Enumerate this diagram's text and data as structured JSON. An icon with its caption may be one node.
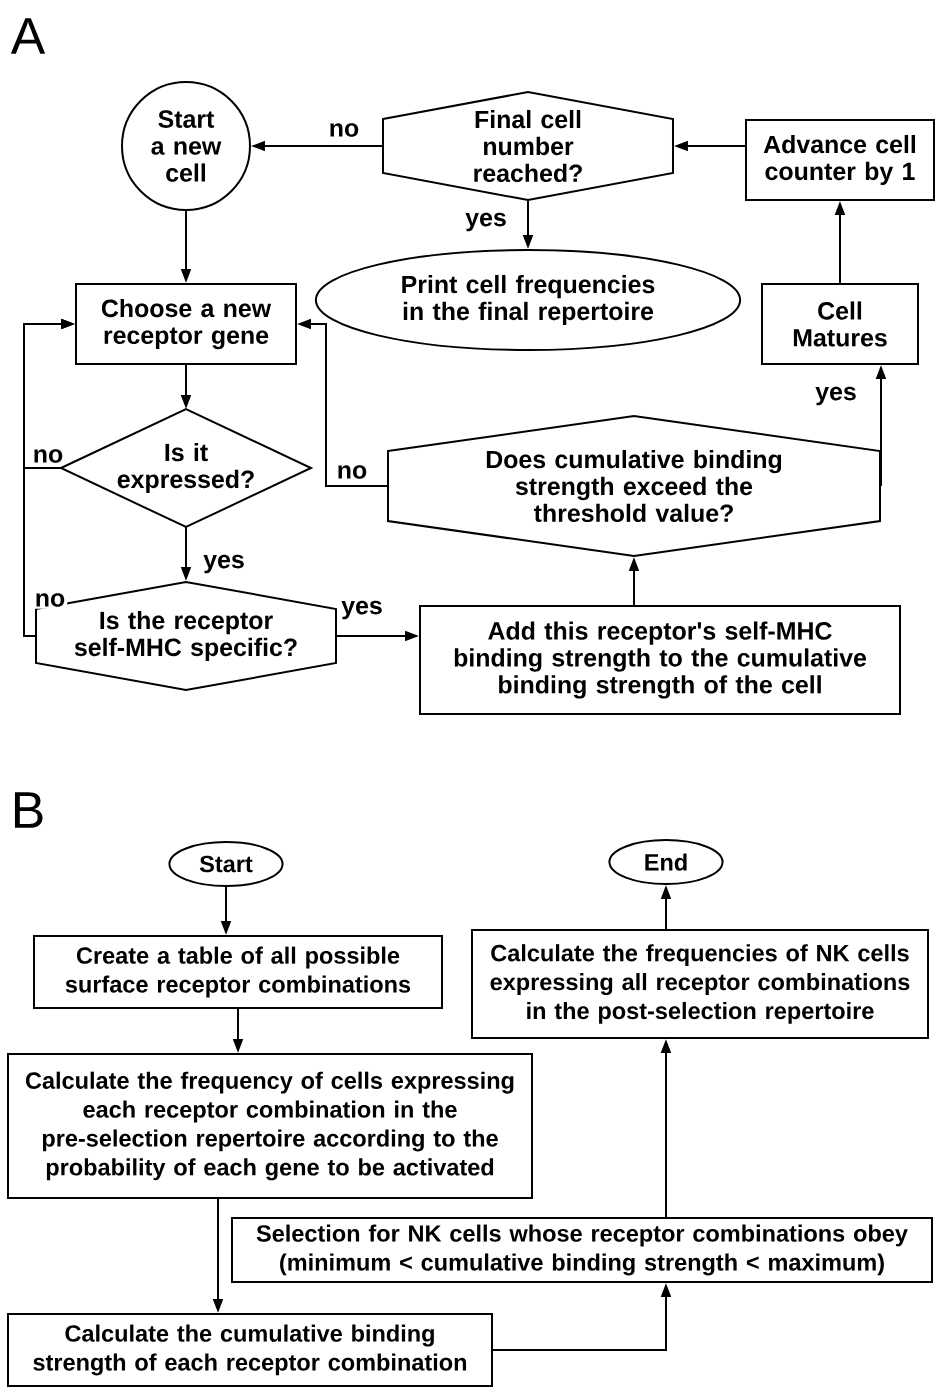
{
  "diagram": {
    "nodes": [
      {
        "text": [
          "Start a new cell"
        ]
      },
      {
        "text": [
          "Final cell number reached?"
        ]
      },
      {
        "text": [
          "Advance cell counter by 1"
        ]
      },
      {
        "text": [
          "Print cell frequencies in the final repertoire"
        ]
      },
      {
        "text": [
          "Choose a new receptor gene"
        ]
      },
      {
        "text": [
          "Cell Matures"
        ]
      },
      {
        "text": [
          "Is it expressed?"
        ]
      },
      {
        "text": [
          "Does cumulative binding strength exceed the threshold value?"
        ]
      },
      {
        "text": [
          "Is the receptor self-MHC specific?"
        ]
      },
      {
        "text": [
          "Add this receptor's self-MHC binding strength to the cumulative binding strength of the cell"
        ]
      },
      {
        "text": [
          "Start"
        ]
      },
      {
        "text": [
          "End"
        ]
      },
      {
        "text": [
          "Create a table of all possible surface receptor combinations"
        ]
      },
      {
        "text": [
          "Calculate the frequency of cells expressing each receptor combination in the pre-selection repertoire according to the probability of each gene to be activated"
        ]
      },
      {
        "text": [
          "Calculate the frequencies of NK cells expressing all receptor combinations in the post-selection repertoire"
        ]
      },
      {
        "text": [
          "Selection for NK cells whose receptor combinations obey (minimum < cumulative binding strength < maximum)"
        ]
      },
      {
        "text": [
          "Calculate the cumulative binding strength of each receptor combination"
        ]
      }
    ],
    "edges": [
      {
        "from": 1,
        "to": 0,
        "arrow": "to",
        "label": "no"
      },
      {
        "from": 2,
        "to": 1,
        "arrow": "to"
      },
      {
        "from": 1,
        "to": 3,
        "arrow": "to",
        "label": "yes"
      },
      {
        "from": 0,
        "to": 4,
        "arrow": "to"
      },
      {
        "from": 5,
        "to": 2,
        "arrow": "to"
      },
      {
        "from": 4,
        "to": 6,
        "arrow": "to"
      },
      {
        "from": 6,
        "to": 4,
        "arrow": "to",
        "label": "no"
      },
      {
        "from": 6,
        "to": 8,
        "arrow": "to",
        "label": "yes"
      },
      {
        "from": 8,
        "to": 4,
        "arrow": "to",
        "label": "no"
      },
      {
        "from": 8,
        "to": 9,
        "arrow": "to",
        "label": "yes"
      },
      {
        "from": 9,
        "to": 7,
        "arrow": "to"
      },
      {
        "from": 7,
        "to": 5,
        "arrow": "to",
        "label": "yes"
      },
      {
        "from": 7,
        "to": 4,
        "arrow": "to",
        "label": "no"
      },
      {
        "from": 10,
        "to": 12,
        "arrow": "to"
      },
      {
        "from": 12,
        "to": 13,
        "arrow": "to"
      },
      {
        "from": 13,
        "to": 16,
        "arrow": "to"
      },
      {
        "from": 16,
        "to": 15,
        "arrow": "to"
      },
      {
        "from": 15,
        "to": 14,
        "arrow": "to"
      },
      {
        "from": 14,
        "to": 11,
        "arrow": "to"
      }
    ],
    "labels": [
      "A",
      "B"
    ]
  }
}
